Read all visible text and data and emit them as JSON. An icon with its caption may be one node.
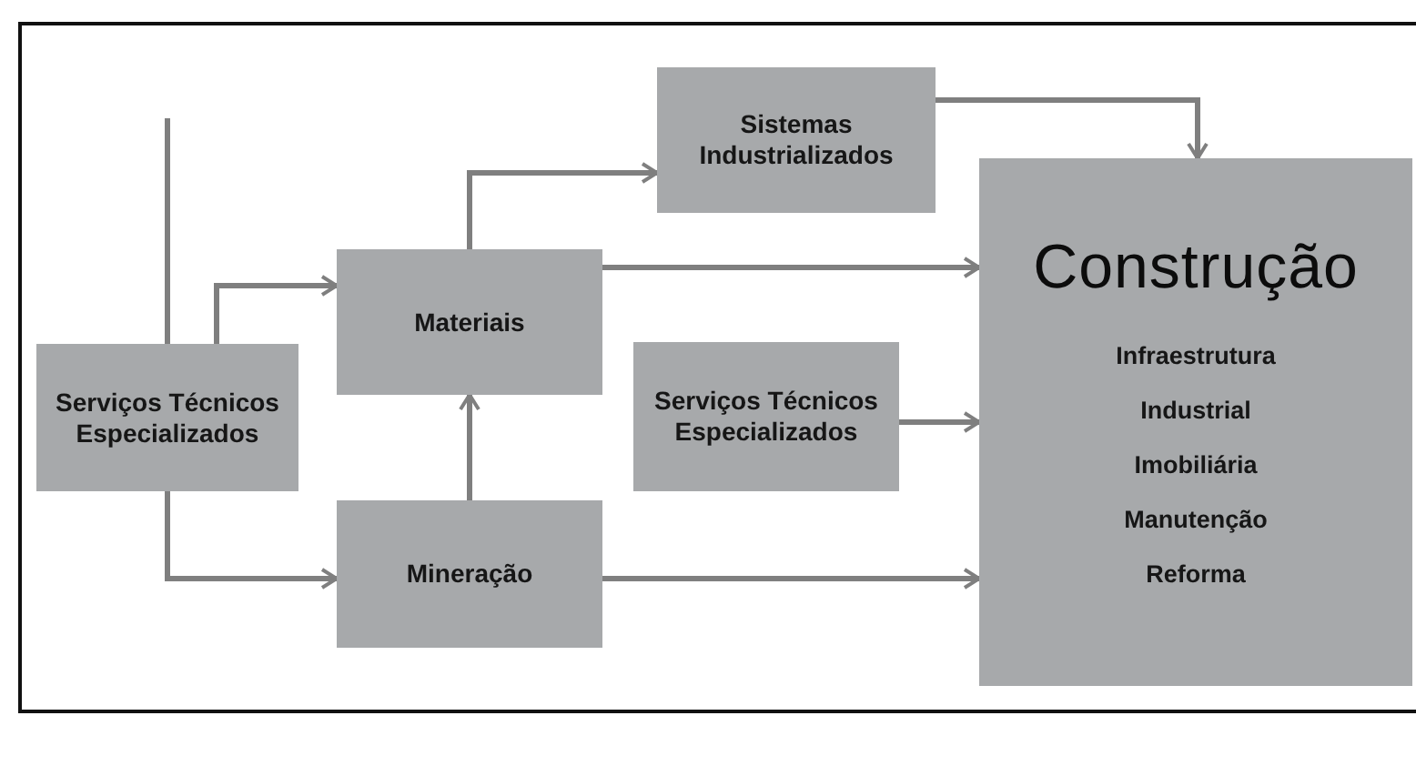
{
  "diagram": {
    "nodes": [
      {
        "text": [
          "Serviços Técnicos Especializados"
        ]
      },
      {
        "text": [
          "Materiais"
        ]
      },
      {
        "text": [
          "Sistemas Industrializados"
        ]
      },
      {
        "text": [
          "Serviços Técnicos Especializados"
        ]
      },
      {
        "text": [
          "Mineração"
        ]
      },
      {
        "text": [
          "Construção",
          "Infraestrutura",
          "Industrial",
          "Imobiliária",
          "Manutenção",
          "Reforma"
        ]
      }
    ],
    "edges": [
      {
        "from": null,
        "to": 0,
        "arrow": "none"
      },
      {
        "from": 0,
        "to": 1,
        "arrow": "to"
      },
      {
        "from": 0,
        "to": 4,
        "arrow": "to"
      },
      {
        "from": 4,
        "to": 1,
        "arrow": "to"
      },
      {
        "from": 1,
        "to": 2,
        "arrow": "to"
      },
      {
        "from": 2,
        "to": 5,
        "arrow": "to"
      },
      {
        "from": 1,
        "to": 5,
        "arrow": "to"
      },
      {
        "from": 3,
        "to": 5,
        "arrow": "to"
      },
      {
        "from": 4,
        "to": 5,
        "arrow": "to"
      }
    ]
  }
}
